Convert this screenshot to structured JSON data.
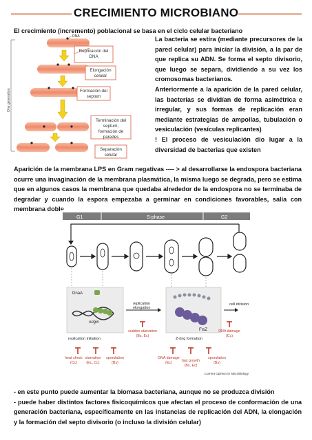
{
  "page": {
    "title": "CRECIMIENTO MICROBIANO",
    "subtitle": "El crecimiento (incremento) poblacional se basa en el ciclo celular bacteriano",
    "right_paragraph_1": "La bacteria se estira (mediante precursores de la pared celular) para iniciar la división, a la par de que replica su ADN. Se forma el septo divisorio, que luego se separa, dividiendo a su vez los cromosomas bacterianos.",
    "right_paragraph_2": "Anteriormente a la aparición de la pared celular, las bacterias se dividían de forma asimétrica e irregular, y sus formas de replicación eran mediante estrategias de ampollas, tubulación o vesiculación (vesículas replicantes)",
    "right_paragraph_3": "! El proceso de vesiculación dio lugar a la diversidad de bacterias que existen",
    "lps_paragraph": "Aparición de la membrana LPS en Gram negativas ---- > al desarrollarse la endospora bacteriana ocurre una invaginación de la membrana plasmática, la misma luego se degrada, pero se estima que en algunos casos la membrana que quedaba alrededor de la endospora no se terminaba de degradar y cuando la espora empezaba a germinar en condiciones favorables, salía con membrana doble",
    "bottom_line_1": "- en este punto puede aumentar la biomasa bacteriana, aunque no se produzca división",
    "bottom_line_2": "- puede haber distintos factores fisicoquímicos que afectan el proceso de conformación de una generación bacteriana, específicamente en las instancias de replicación del ADN, la elongación y la formación del septo divisorio (o incluso la división celular)"
  },
  "figure1": {
    "dna_label": "DNA",
    "axis_label": "One generation",
    "box_replication": "Replicación del DNA",
    "box_elongation": "Elongación celular",
    "box_septum": "Formación del septum",
    "box_termination": "Terminación del septum, formación de paredes",
    "box_separation": "Separación celular"
  },
  "figure2": {
    "phase_g1": "G1",
    "phase_s": "S-phase",
    "phase_g2": "G2",
    "dnaa": "DnaA",
    "origin": "origin",
    "ftsz": "FtsZ",
    "replication_elongation": "replication elongation",
    "cell_division": "cell division",
    "replication_initiation": "replication initiation",
    "zring_formation": "Z-ring formation",
    "sudden_starvation": "sudden starvation",
    "sudden_starvation_org": "(Bs, Ec)",
    "dna_damage_right": "DNA damage",
    "dna_damage_right_org": "(Cc)",
    "heat_shock": "heat shock",
    "heat_shock_org": "(Cc)",
    "starvation": "starvation",
    "starvation_org": "(Ec, Cc)",
    "sporulation_left": "sporulation",
    "sporulation_left_org": "(Bs)",
    "dna_damage_mid": "DNA damage",
    "dna_damage_mid_org": "(Ec)",
    "fast_growth": "fast growth",
    "fast_growth_org": "(Bs, Ec)",
    "sporulation_right": "sporulation",
    "sporulation_right_org": "(Bs)",
    "credit": "Current Opinion in Microbiology"
  }
}
